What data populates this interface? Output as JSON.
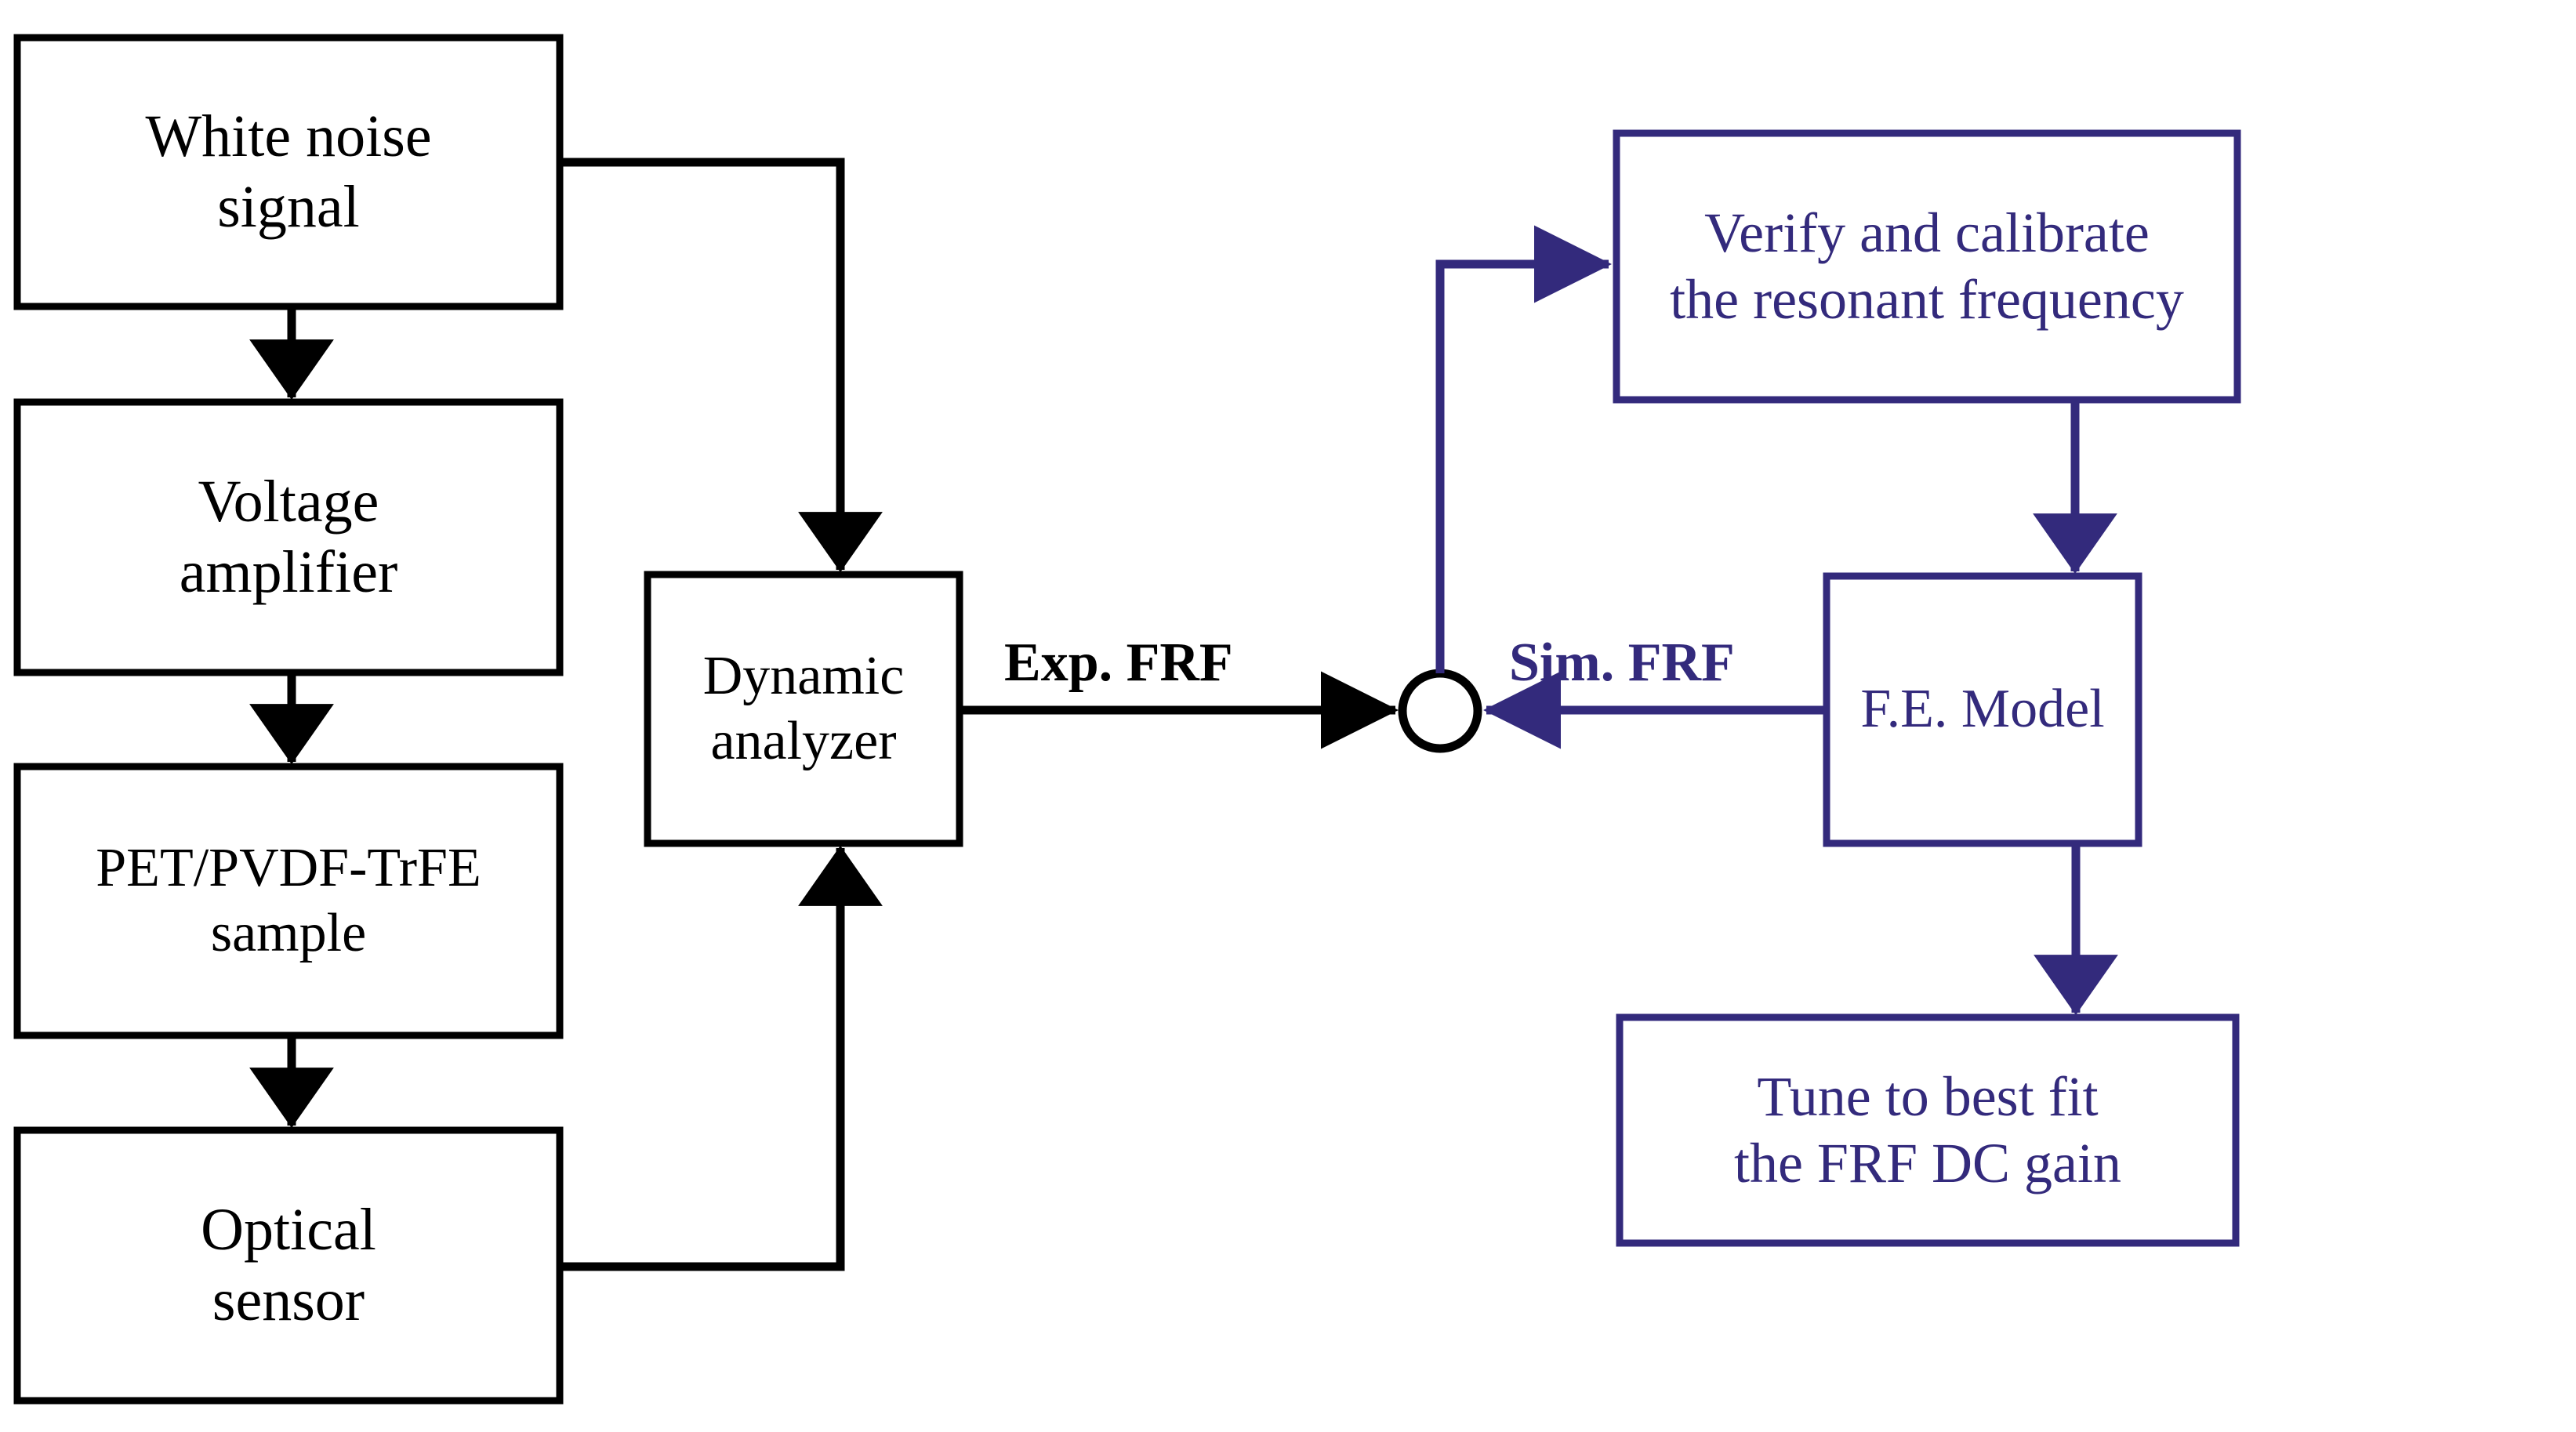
{
  "diagram": {
    "title": "Experimental and finite-element model updating block diagram",
    "colors": {
      "black": "#000000",
      "purple": "#332a7c",
      "background": "#ffffff"
    },
    "experimental_chain": {
      "nodes": [
        {
          "id": "white-noise-signal",
          "lines": [
            "White noise",
            "signal"
          ],
          "color": "#000000"
        },
        {
          "id": "voltage-amplifier",
          "lines": [
            "Voltage",
            "amplifier"
          ],
          "color": "#000000"
        },
        {
          "id": "pet-pvdf-trfe-sample",
          "lines": [
            "PET/PVDF-TrFE",
            "sample"
          ],
          "color": "#000000"
        },
        {
          "id": "optical-sensor",
          "lines": [
            "Optical",
            "sensor"
          ],
          "color": "#000000"
        },
        {
          "id": "dynamic-analyzer",
          "lines": [
            "Dynamic",
            "analyzer"
          ],
          "color": "#000000"
        }
      ]
    },
    "simulation_chain": {
      "nodes": [
        {
          "id": "verify-calibrate",
          "lines": [
            "Verify and calibrate",
            "the resonant frequency"
          ],
          "color": "#332a7c"
        },
        {
          "id": "fe-model",
          "lines": [
            "F.E. Model"
          ],
          "color": "#332a7c"
        },
        {
          "id": "tune-best-fit",
          "lines": [
            "Tune to best fit",
            "the FRF DC gain"
          ],
          "color": "#332a7c"
        }
      ]
    },
    "junction": {
      "id": "summing-junction",
      "shape": "circle",
      "color": "#000000"
    },
    "edge_labels": [
      {
        "id": "exp-frf-label",
        "text": "Exp. FRF",
        "color": "#000000"
      },
      {
        "id": "sim-frf-label",
        "text": "Sim. FRF",
        "color": "#332a7c"
      }
    ],
    "connections": [
      {
        "from": "white-noise-signal",
        "to": "voltage-amplifier",
        "color": "#000000"
      },
      {
        "from": "voltage-amplifier",
        "to": "pet-pvdf-trfe-sample",
        "color": "#000000"
      },
      {
        "from": "pet-pvdf-trfe-sample",
        "to": "optical-sensor",
        "color": "#000000"
      },
      {
        "from": "white-noise-signal",
        "to": "dynamic-analyzer",
        "color": "#000000"
      },
      {
        "from": "optical-sensor",
        "to": "dynamic-analyzer",
        "color": "#000000"
      },
      {
        "from": "dynamic-analyzer",
        "to": "summing-junction",
        "label": "Exp. FRF",
        "color": "#000000"
      },
      {
        "from": "fe-model",
        "to": "summing-junction",
        "label": "Sim. FRF",
        "color": "#332a7c"
      },
      {
        "from": "summing-junction",
        "to": "verify-calibrate",
        "color": "#332a7c"
      },
      {
        "from": "verify-calibrate",
        "to": "fe-model",
        "color": "#332a7c"
      },
      {
        "from": "fe-model",
        "to": "tune-best-fit",
        "color": "#332a7c"
      }
    ]
  }
}
